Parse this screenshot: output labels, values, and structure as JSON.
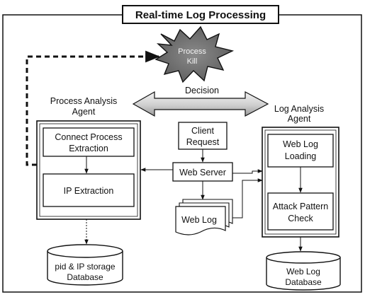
{
  "title": "Real-time Log Processing",
  "process_kill": [
    "Process",
    "Kill"
  ],
  "decision_label": "Decision",
  "process_agent": {
    "label": [
      "Process Analysis",
      "Agent"
    ]
  },
  "connect_process": [
    "Connect Process",
    "Extraction"
  ],
  "ip_extraction": "IP Extraction",
  "pid_db": [
    "pid & IP storage",
    "Database"
  ],
  "client_request": [
    "Client",
    "Request"
  ],
  "web_server": "Web Server",
  "web_log": "Web Log",
  "log_agent": {
    "label": [
      "Log Analysis",
      "Agent"
    ]
  },
  "web_log_loading": [
    "Web Log",
    "Loading"
  ],
  "attack_pattern": [
    "Attack Pattern",
    "Check"
  ],
  "web_log_db": [
    "Web Log",
    "Database"
  ]
}
